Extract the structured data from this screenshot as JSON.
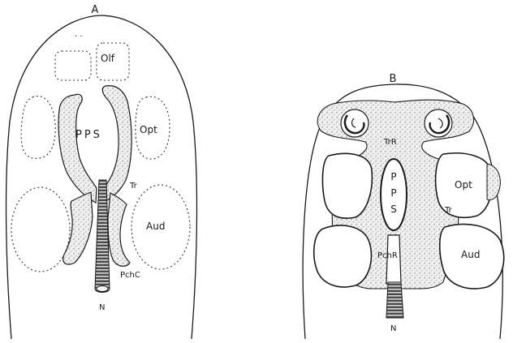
{
  "figure": {
    "panel_a": {
      "letter": "A",
      "labels": {
        "olf": "Olf",
        "pps": "PPS",
        "opt": "Opt",
        "tr": "Tr",
        "aud": "Aud",
        "pchc": "PchC",
        "n": "N"
      }
    },
    "panel_b": {
      "letter": "B",
      "labels": {
        "trr": "TrR",
        "pps_p1": "P",
        "pps_p2": "P",
        "pps_s": "S",
        "opt": "Opt",
        "tr": "Tr",
        "aud": "Aud",
        "pchr": "PchR",
        "n": "N"
      }
    }
  }
}
